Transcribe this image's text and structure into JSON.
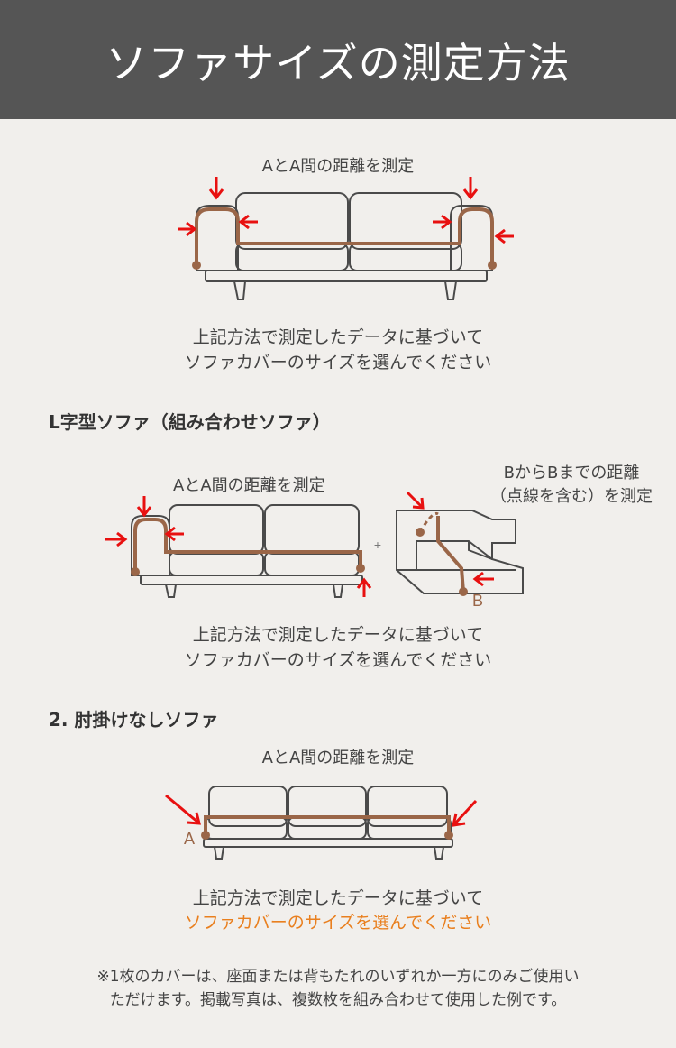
{
  "header": {
    "title": "ソファサイズの測定方法"
  },
  "section1": {
    "caption": "AとA間の距離を測定",
    "desc_line1": "上記方法で測定したデータに基づいて",
    "desc_line2": "ソファカバーのサイズを選んでください"
  },
  "section2": {
    "heading": "L字型ソファ（組み合わせソファ）",
    "caption_left": "AとA間の距離を測定",
    "caption_right_line1": "BからBまでの距離",
    "caption_right_line2": "（点線を含む）を測定",
    "label_b": "B",
    "plus": "+",
    "desc_line1": "上記方法で測定したデータに基づいて",
    "desc_line2": "ソファカバーのサイズを選んでください"
  },
  "section3": {
    "heading": "2. 肘掛けなしソファ",
    "caption": "AとA間の距離を測定",
    "label_a": "A",
    "desc_line1": "上記方法で測定したデータに基づいて",
    "desc_line2": "ソファカバーのサイズを選んでください"
  },
  "note": {
    "line1": "※1枚のカバーは、座面または背もたれのいずれか一方にのみご使用い",
    "line2": "ただけます。掲載写真は、複数枚を組み合わせて使用した例です。"
  },
  "colors": {
    "header_bg": "#555555",
    "measure_line": "#9a6648",
    "arrow": "#e81010",
    "accent_text": "#e97f1e",
    "sofa_stroke": "#4a4a4a"
  }
}
